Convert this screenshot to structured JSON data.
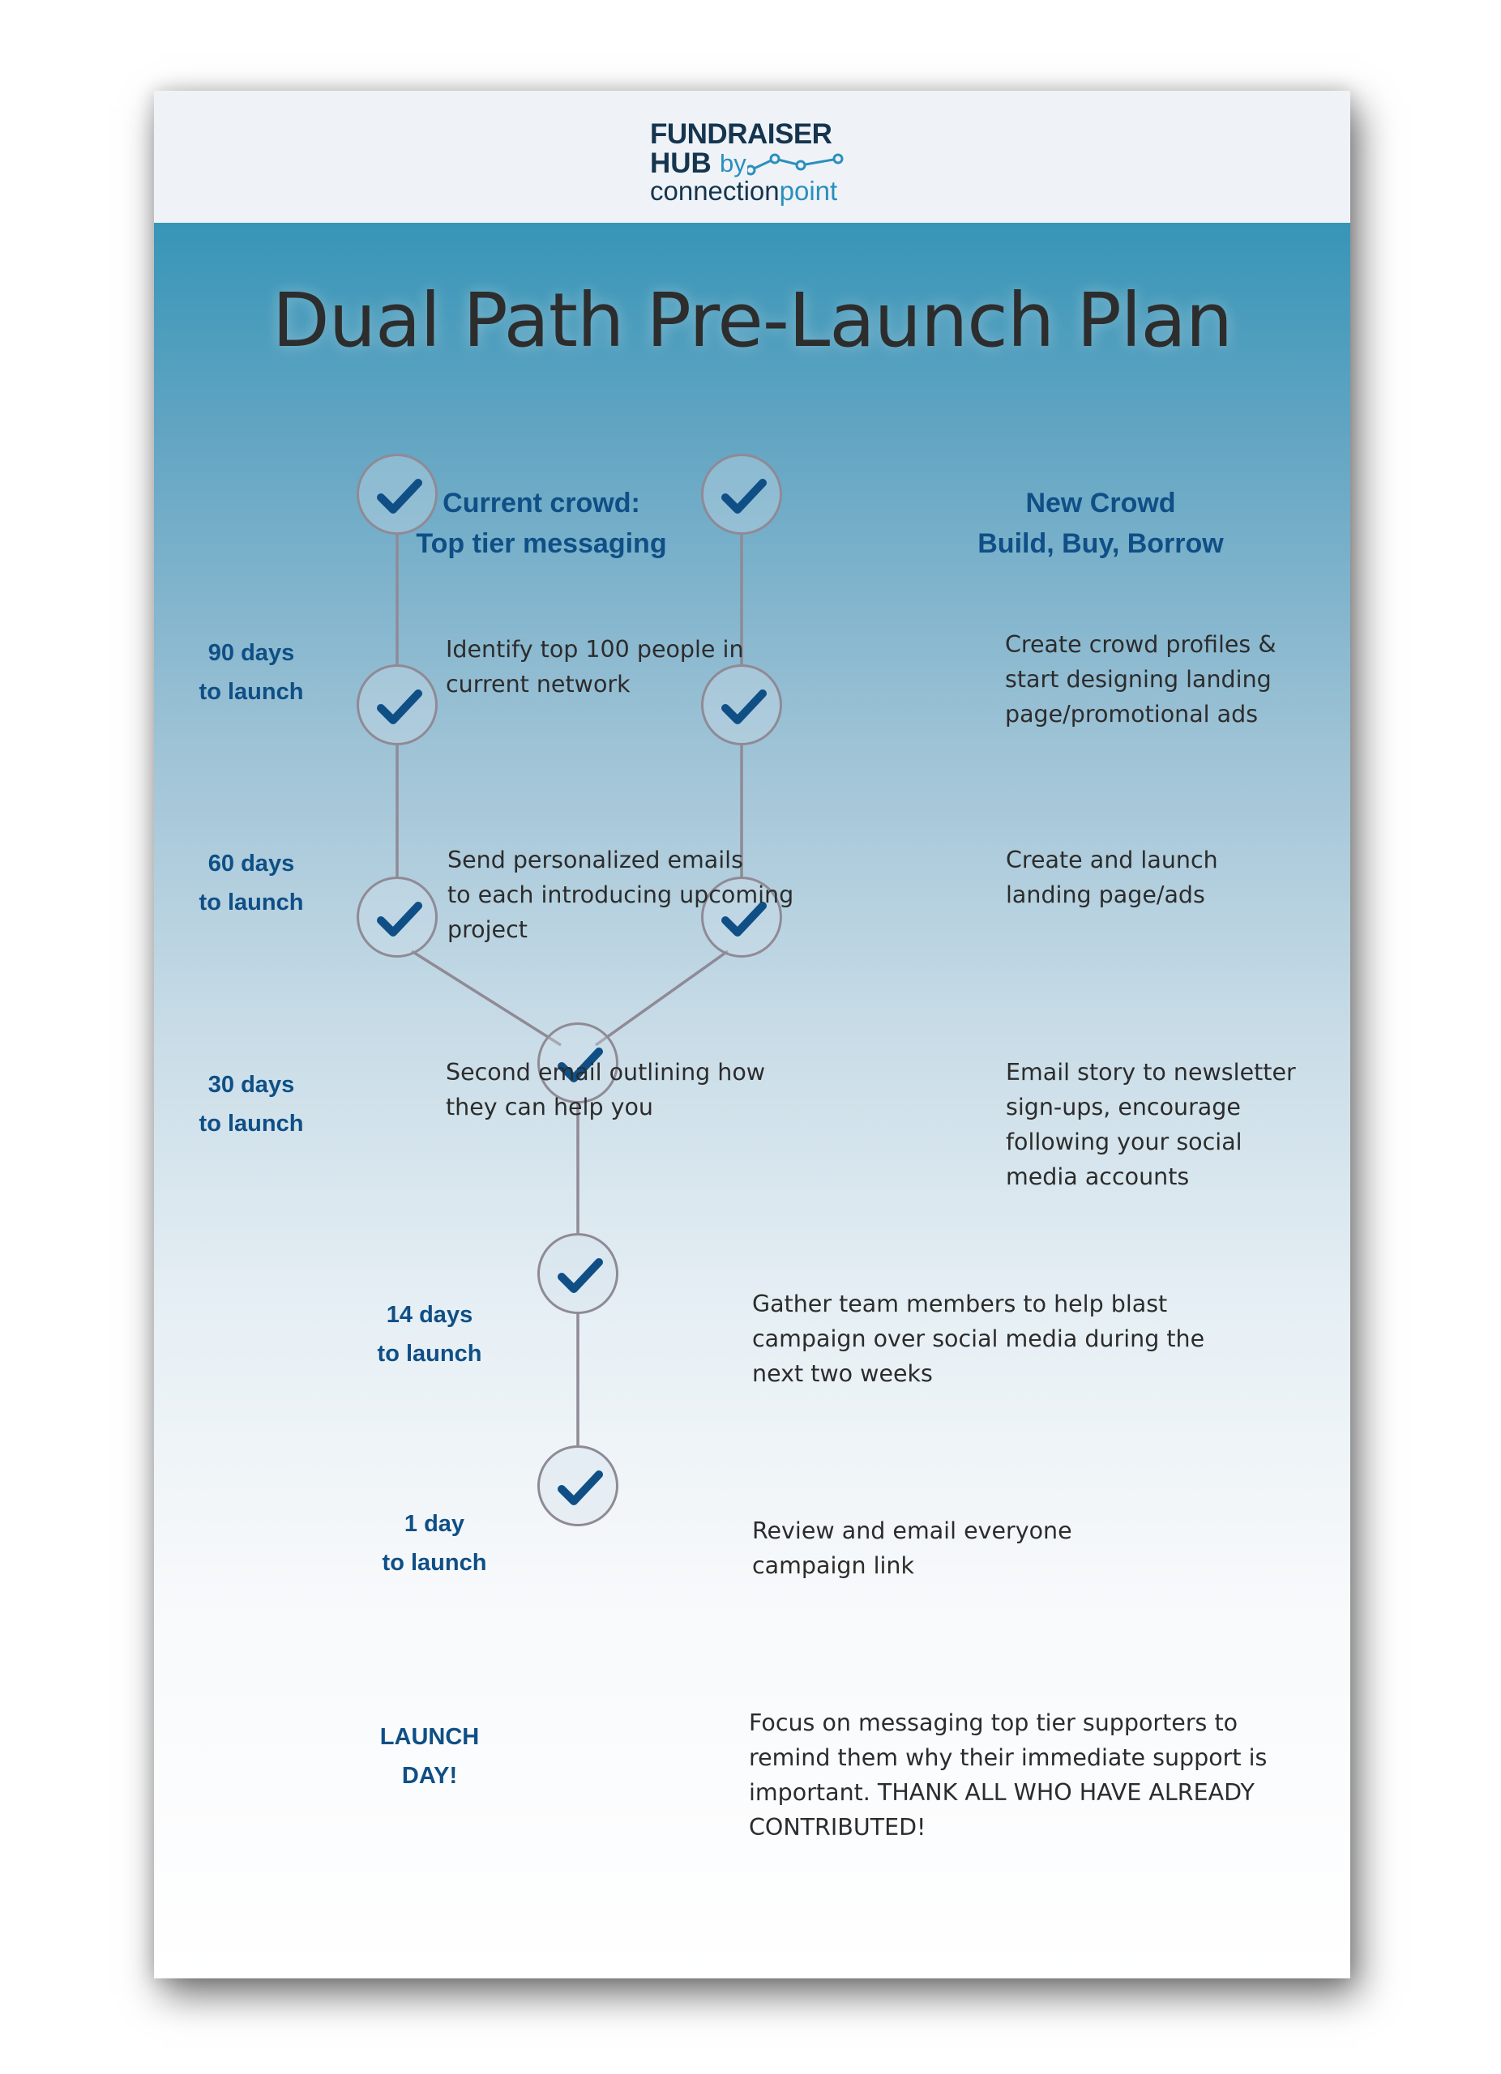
{
  "logo": {
    "line1": "FUNDRAISER",
    "line2": "HUB",
    "by": "by",
    "line3_a": "connection",
    "line3_b": "point"
  },
  "colors": {
    "header_bg": "#eff3f7",
    "gradient_top": "#3795b7",
    "gradient_bottom": "#ffffff",
    "accent_blue": "#0f4f86",
    "line_gray": "#8f8a96",
    "text_dark": "#2c2c2c"
  },
  "title": "Dual Path Pre-Launch Plan",
  "columns": {
    "left": {
      "line1": "Current crowd:",
      "line2": "Top tier messaging"
    },
    "right": {
      "line1": "New Crowd",
      "line2": "Build, Buy, Borrow"
    }
  },
  "milestones": [
    {
      "line1": "90 days",
      "line2": "to launch"
    },
    {
      "line1": "60 days",
      "line2": "to launch"
    },
    {
      "line1": "30 days",
      "line2": "to launch"
    },
    {
      "line1": "14 days",
      "line2": "to launch"
    },
    {
      "line1": "1 day",
      "line2": "to launch"
    },
    {
      "line1": "LAUNCH",
      "line2": "DAY!"
    }
  ],
  "left_steps": [
    {
      "lines": [
        "Identify top 100 people in",
        "current network"
      ]
    },
    {
      "lines": [
        "Send personalized emails",
        "to each introducing upcoming",
        "project"
      ]
    },
    {
      "lines": [
        "Second email outlining how",
        "they can help you"
      ]
    }
  ],
  "right_steps": [
    {
      "lines": [
        "Create crowd profiles &",
        "start designing landing",
        "page/promotional ads"
      ]
    },
    {
      "lines": [
        "Create and launch",
        "landing page/ads"
      ]
    },
    {
      "lines": [
        "Email story to newsletter",
        "sign-ups, encourage",
        "following your social",
        "media accounts"
      ]
    }
  ],
  "merged_steps": [
    {
      "lines": [
        "Gather team members to help blast",
        "campaign over social media during the",
        "next two weeks"
      ]
    },
    {
      "lines": [
        "Review and email everyone",
        "campaign link"
      ]
    },
    {
      "lines": [
        "Focus on messaging top tier supporters to",
        "remind them why their immediate support is",
        "important. THANK ALL WHO HAVE ALREADY",
        "CONTRIBUTED!"
      ]
    }
  ],
  "icons": {
    "step_marker": "checkmark-circle-icon",
    "logo_mark": "network-dots-icon"
  }
}
